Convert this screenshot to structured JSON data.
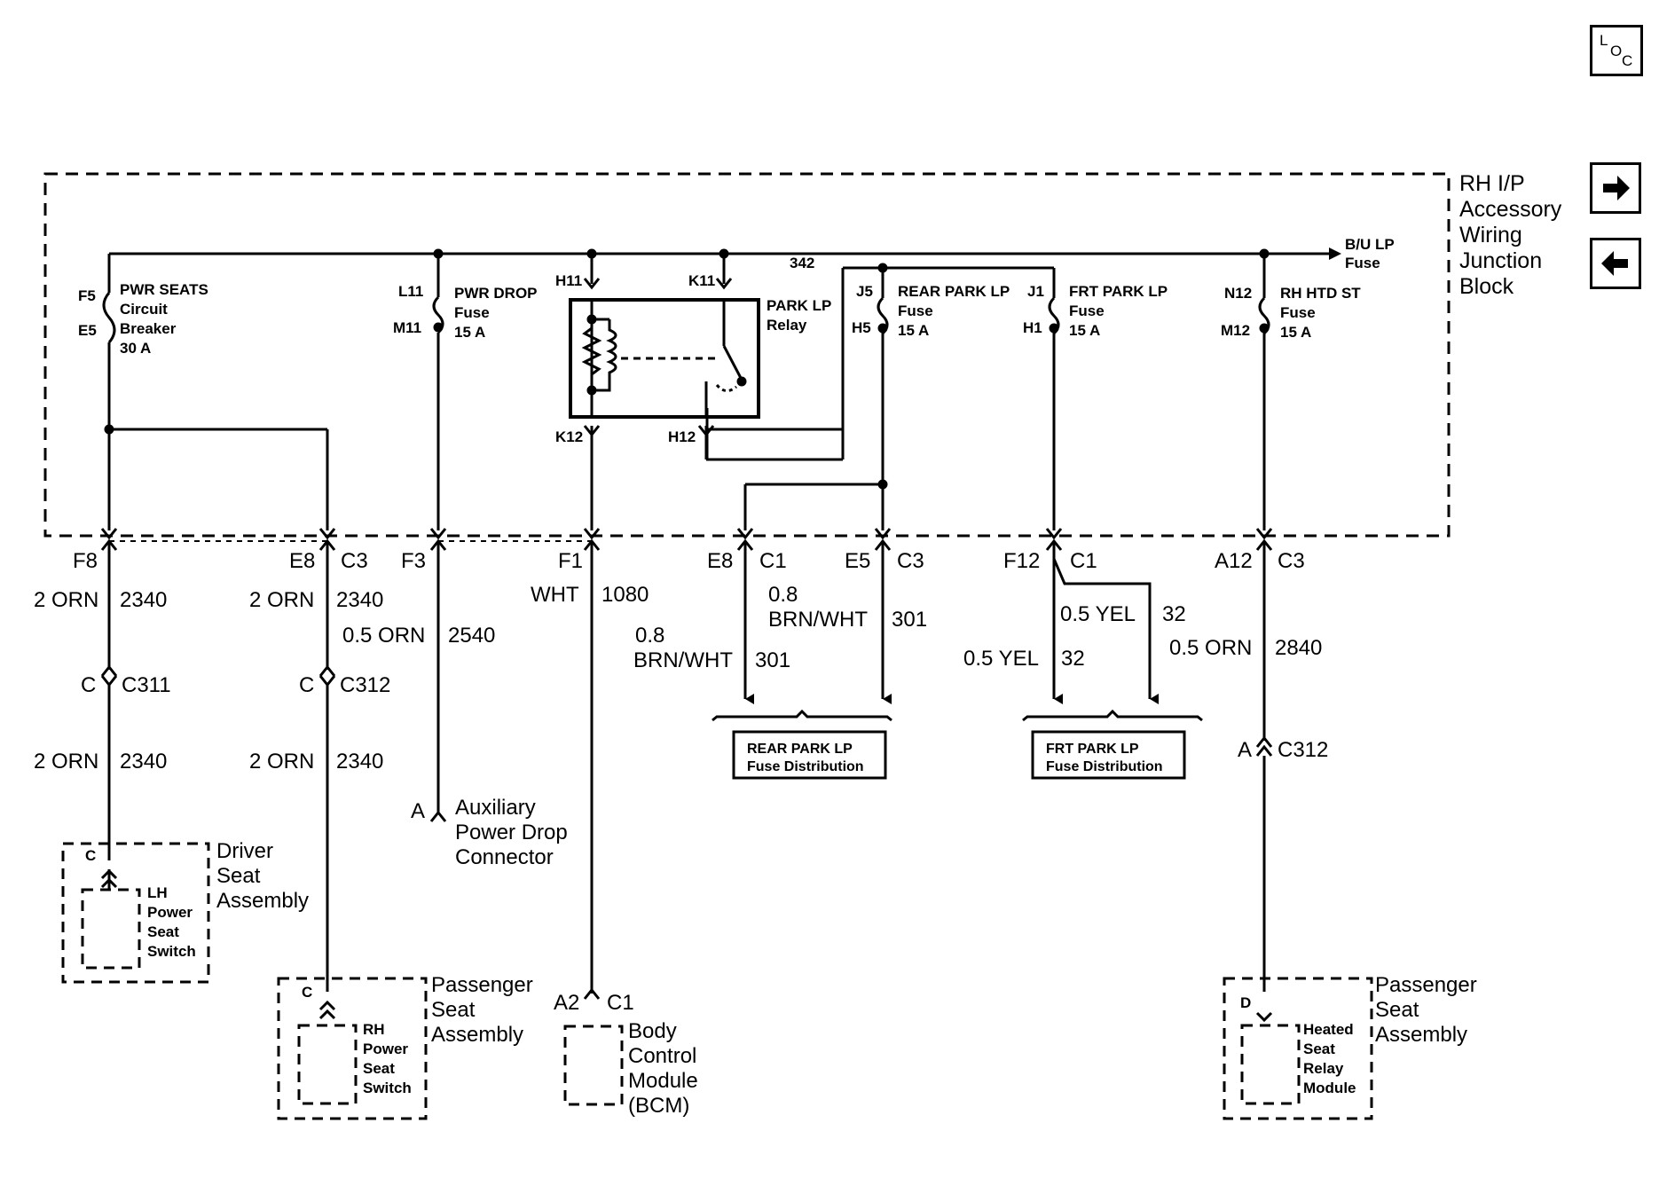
{
  "nav": {
    "loc_icon": "loc-icon",
    "next_icon": "arrow-right-icon",
    "prev_icon": "arrow-left-icon"
  },
  "loc": {
    "l": "L",
    "o": "O",
    "c": "C"
  },
  "block": {
    "title_lines": [
      "RH I/P",
      "Accessory",
      "Wiring",
      "Junction",
      "Block"
    ],
    "bu_fuse_lines": [
      "B/U LP",
      "Fuse"
    ],
    "wire_342": "342",
    "pwr_seats": {
      "pin_top": "F5",
      "pin_bot": "E5",
      "lines": [
        "PWR SEATS",
        "Circuit",
        "Breaker",
        "30 A"
      ]
    },
    "pwr_drop": {
      "pin_top": "L11",
      "pin_bot": "M11",
      "lines": [
        "PWR DROP",
        "Fuse",
        "15 A"
      ]
    },
    "park_relay": {
      "pin_h11": "H11",
      "pin_k11": "K11",
      "pin_k12": "K12",
      "pin_h12": "H12",
      "lines": [
        "PARK LP",
        "Relay"
      ]
    },
    "rear_park": {
      "pin_top": "J5",
      "pin_bot": "H5",
      "lines": [
        "REAR PARK LP",
        "Fuse",
        "15 A"
      ]
    },
    "frt_park": {
      "pin_top": "J1",
      "pin_bot": "H1",
      "lines": [
        "FRT PARK LP",
        "Fuse",
        "15 A"
      ]
    },
    "rh_htd": {
      "pin_top": "N12",
      "pin_bot": "M12",
      "lines": [
        "RH HTD ST",
        "Fuse",
        "15 A"
      ]
    }
  },
  "pins": {
    "f8": "F8",
    "e8": "E8",
    "c3a": "C3",
    "f3": "F3",
    "f1": "F1",
    "e8b": "E8",
    "c1a": "C1",
    "e5": "E5",
    "c3b": "C3",
    "f12": "F12",
    "c1b": "C1",
    "a12": "A12",
    "c3c": "C3"
  },
  "wires": {
    "w1_gauge": "2 ORN",
    "w1_num": "2340",
    "w2_gauge": "2 ORN",
    "w2_num": "2340",
    "w3_gauge": "0.5 ORN",
    "w3_num": "2540",
    "w4_color": "WHT",
    "w4_num": "1080",
    "w5_gauge": "0.8",
    "w5_color": "BRN/WHT",
    "w5_num": "301",
    "w6_gauge": "0.8",
    "w6_color": "BRN/WHT",
    "w6_num": "301",
    "w7_color": "0.5 YEL",
    "w7_num": "32",
    "w8_color": "0.5 YEL",
    "w8_num": "32",
    "w9_gauge": "0.5 ORN",
    "w9_num": "2840",
    "w1b_gauge": "2 ORN",
    "w1b_num": "2340",
    "w2b_gauge": "2 ORN",
    "w2b_num": "2340"
  },
  "connectors": {
    "c311_pin": "C",
    "c311": "C311",
    "c312a_pin": "C",
    "c312a": "C312",
    "c312b_pin": "A",
    "c312b": "C312",
    "aux_pin": "A",
    "bcm_pin": "A2",
    "bcm_conn": "C1"
  },
  "components": {
    "rear_dist": [
      "REAR PARK LP",
      "Fuse Distribution"
    ],
    "frt_dist": [
      "FRT PARK LP",
      "Fuse Distribution"
    ],
    "aux": [
      "Auxiliary",
      "Power Drop",
      "Connector"
    ],
    "driver_seat": {
      "pin": "C",
      "inner": [
        "LH",
        "Power",
        "Seat",
        "Switch"
      ],
      "label": [
        "Driver",
        "Seat",
        "Assembly"
      ]
    },
    "pass_seat_l": {
      "pin": "C",
      "inner": [
        "RH",
        "Power",
        "Seat",
        "Switch"
      ],
      "label": [
        "Passenger",
        "Seat",
        "Assembly"
      ]
    },
    "bcm": [
      "Body",
      "Control",
      "Module",
      "(BCM)"
    ],
    "pass_seat_r": {
      "pin": "D",
      "inner": [
        "Heated",
        "Seat",
        "Relay",
        "Module"
      ],
      "label": [
        "Passenger",
        "Seat",
        "Assembly"
      ]
    }
  }
}
